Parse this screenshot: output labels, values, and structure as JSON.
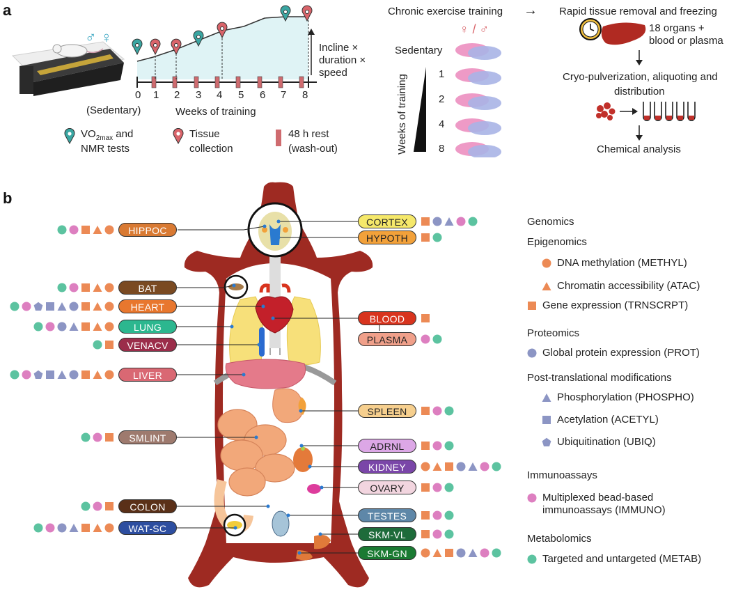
{
  "panel_a": {
    "letter": "a",
    "sex_symbols": "♂ ♀",
    "week_ticks": [
      "0",
      "1",
      "2",
      "3",
      "4",
      "5",
      "6",
      "7",
      "8"
    ],
    "sedentary_label": "(Sedentary)",
    "weeks_axis_label": "Weeks of training",
    "incline_label": [
      "Incline ×",
      "duration ×",
      "speed"
    ],
    "key": {
      "vo2_line1_pre": "VO",
      "vo2_sub": "2max",
      "vo2_line1_post": " and",
      "vo2_line2": "NMR tests",
      "tissue": [
        "Tissue",
        "collection"
      ],
      "rest": [
        "48 h rest",
        "(wash-out)"
      ]
    },
    "workflow": {
      "chronic": "Chronic exercise training",
      "arrow": "→",
      "rapid": "Rapid tissue removal and freezing",
      "organs": [
        "18 organs +",
        "blood or plasma"
      ],
      "cryo": [
        "Cryo-pulverization, aliquoting and",
        "distribution"
      ],
      "chemical": "Chemical analysis",
      "sex_label": "♀ / ♂",
      "groups": [
        "Sedentary",
        "1",
        "2",
        "4",
        "8"
      ],
      "weeks_training_vertical": "Weeks of training"
    }
  },
  "panel_b": {
    "letter": "b",
    "left_labels": [
      {
        "id": "hippoc",
        "text": "HIPPOC",
        "color": "#d97a33",
        "markers": [
          "metab",
          "immuno",
          "trnscrpt",
          "atac",
          "methyl"
        ]
      },
      {
        "id": "bat",
        "text": "BAT",
        "color": "#7a4a22",
        "markers": [
          "metab",
          "immuno",
          "trnscrpt",
          "atac",
          "methyl"
        ]
      },
      {
        "id": "heart",
        "text": "HEART",
        "color": "#e8772e",
        "markers": [
          "metab",
          "immuno",
          "ubiq",
          "acetyl",
          "phospho",
          "prot",
          "trnscrpt",
          "atac",
          "methyl"
        ]
      },
      {
        "id": "lung",
        "text": "LUNG",
        "color": "#2cb78f",
        "markers": [
          "metab",
          "immuno",
          "prot",
          "phospho",
          "trnscrpt",
          "atac",
          "methyl"
        ]
      },
      {
        "id": "venacv",
        "text": "VENACV",
        "color": "#9b2d4a",
        "markers": [
          "metab",
          "trnscrpt"
        ]
      },
      {
        "id": "liver",
        "text": "LIVER",
        "color": "#d96873",
        "markers": [
          "metab",
          "immuno",
          "ubiq",
          "acetyl",
          "phospho",
          "prot",
          "trnscrpt",
          "atac",
          "methyl"
        ]
      },
      {
        "id": "smlint",
        "text": "SMLINT",
        "color": "#9e7a6e",
        "markers": [
          "metab",
          "immuno",
          "trnscrpt"
        ]
      },
      {
        "id": "colon",
        "text": "COLON",
        "color": "#5a3018",
        "markers": [
          "metab",
          "immuno",
          "trnscrpt"
        ]
      },
      {
        "id": "watsc",
        "text": "WAT-SC",
        "color": "#2d4ea0",
        "markers": [
          "metab",
          "immuno",
          "prot",
          "phospho",
          "trnscrpt",
          "atac",
          "methyl"
        ]
      }
    ],
    "right_labels": [
      {
        "id": "cortex",
        "text": "CORTEX",
        "color": "#f5e86a",
        "dark": true,
        "markers": [
          "trnscrpt",
          "prot",
          "phospho",
          "immuno",
          "metab"
        ]
      },
      {
        "id": "hypoth",
        "text": "HYPOTH",
        "color": "#f2a13a",
        "dark": true,
        "markers": [
          "trnscrpt",
          "metab"
        ]
      },
      {
        "id": "blood",
        "text": "BLOOD",
        "color": "#d8341e",
        "markers": [
          "trnscrpt"
        ]
      },
      {
        "id": "plasma",
        "text": "PLASMA",
        "color": "#f0a08a",
        "dark": true,
        "markers": [
          "immuno",
          "metab"
        ]
      },
      {
        "id": "spleen",
        "text": "SPLEEN",
        "color": "#f6cf8e",
        "dark": true,
        "markers": [
          "trnscrpt",
          "immuno",
          "metab"
        ]
      },
      {
        "id": "adrnl",
        "text": "ADRNL",
        "color": "#dca7e6",
        "dark": true,
        "markers": [
          "trnscrpt",
          "immuno",
          "metab"
        ]
      },
      {
        "id": "kidney",
        "text": "KIDNEY",
        "color": "#7a46a8",
        "markers": [
          "methyl",
          "atac",
          "trnscrpt",
          "prot",
          "phospho",
          "immuno",
          "metab"
        ]
      },
      {
        "id": "ovary",
        "text": "OVARY",
        "color": "#f2d5df",
        "dark": true,
        "markers": [
          "trnscrpt",
          "immuno",
          "metab"
        ]
      },
      {
        "id": "testes",
        "text": "TESTES",
        "color": "#5e87a8",
        "markers": [
          "trnscrpt",
          "immuno",
          "metab"
        ]
      },
      {
        "id": "skmvl",
        "text": "SKM-VL",
        "color": "#1e6b3a",
        "markers": [
          "trnscrpt",
          "immuno",
          "metab"
        ]
      },
      {
        "id": "skmgn",
        "text": "SKM-GN",
        "color": "#1a7a32",
        "markers": [
          "methyl",
          "atac",
          "trnscrpt",
          "prot",
          "phospho",
          "immuno",
          "metab"
        ]
      }
    ],
    "legend": {
      "genomics": "Genomics",
      "epigenomics": "Epigenomics",
      "methyl": "DNA methylation (METHYL)",
      "atac": "Chromatin accessibility (ATAC)",
      "trnscrpt": "Gene expression (TRNSCRPT)",
      "proteomics": "Proteomics",
      "prot": "Global protein expression (PROT)",
      "ptm": "Post-translational modifications",
      "phospho": "Phosphorylation (PHOSPHO)",
      "acetyl": "Acetylation (ACETYL)",
      "ubiq": "Ubiquitination (UBIQ)",
      "immunoassays": "Immunoassays",
      "immuno": [
        "Multiplexed bead-based",
        "immunoassays (IMMUNO)"
      ],
      "metabolomics": "Metabolomics",
      "metab": "Targeted and untargeted (METAB)"
    }
  },
  "colors": {
    "methyl": "#ec8a55",
    "atac": "#ec8a55",
    "trnscrpt": "#ec8a55",
    "prot": "#8c95c4",
    "phospho": "#8c95c4",
    "acetyl": "#8c95c4",
    "ubiq": "#8c95c4",
    "immuno": "#dd7fc0",
    "metab": "#5cc3a0",
    "vo2_pin": "#3aa6a2",
    "tissue_pin": "#d9646a",
    "rest_bar": "#cf6b6f",
    "rat_body": "#9e2a22"
  }
}
